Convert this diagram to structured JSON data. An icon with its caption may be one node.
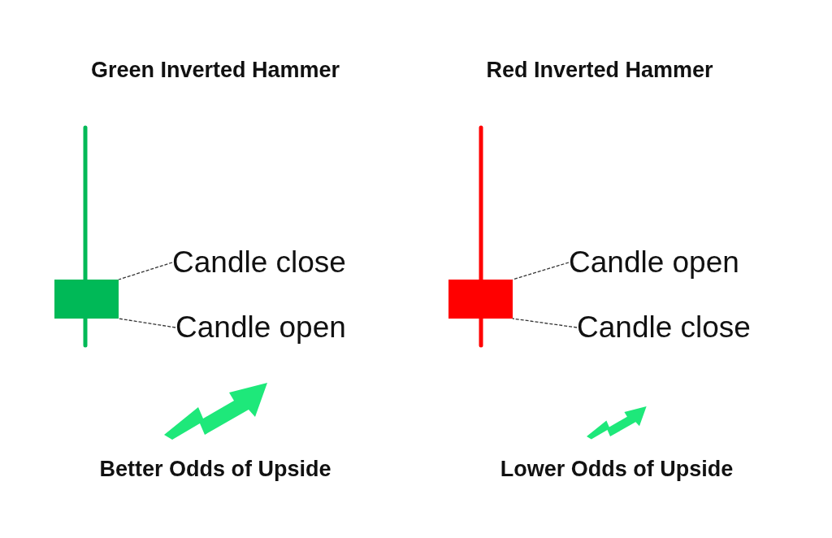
{
  "diagram": {
    "nodes": [
      {
        "text": [],
        "shape": "box"
      },
      {
        "text": [
          "Candle close"
        ]
      },
      {
        "text": [
          "Candle open"
        ]
      },
      {
        "text": [],
        "shape": "box"
      },
      {
        "text": [
          "Candle open"
        ]
      },
      {
        "text": [
          "Candle close"
        ]
      }
    ],
    "edges": [
      {
        "from": 1,
        "to": 0,
        "arrow": "none",
        "style": "dashed"
      },
      {
        "from": 2,
        "to": 0,
        "arrow": "none",
        "style": "dashed"
      },
      {
        "from": 4,
        "to": 3,
        "arrow": "none",
        "style": "dashed"
      },
      {
        "from": 5,
        "to": 3,
        "arrow": "none",
        "style": "dashed"
      }
    ],
    "labels": [
      "Green Inverted Hammer",
      "Red Inverted Hammer",
      "Better Odds of Upside",
      "Lower Odds of Upside"
    ]
  }
}
